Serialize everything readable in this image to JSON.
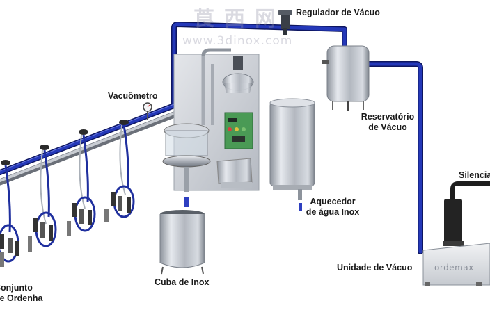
{
  "labels": {
    "regulador": "Regulador de Vácuo",
    "vacuometro": "Vacuômetro",
    "reservatorio_l1": "Reservatório",
    "reservatorio_l2": "de Vácuo",
    "silenciador": "Silenciador",
    "aquecedor_l1": "Aquecedor",
    "aquecedor_l2": "de água Inox",
    "cuba": "Cuba de Inox",
    "unidade": "Unidade de Vácuo",
    "conjunto_l1": "Conjunto",
    "conjunto_l2": "de Ordenha"
  },
  "brand": "ordemax",
  "watermark": {
    "chinese": "莨西网",
    "url": "www.3dinox.com"
  },
  "colors": {
    "pipe_blue": "#1f2f9e",
    "steel": "#b9bec6",
    "panel_green": "#3d8a4a",
    "dark": "#2a2a2a"
  }
}
